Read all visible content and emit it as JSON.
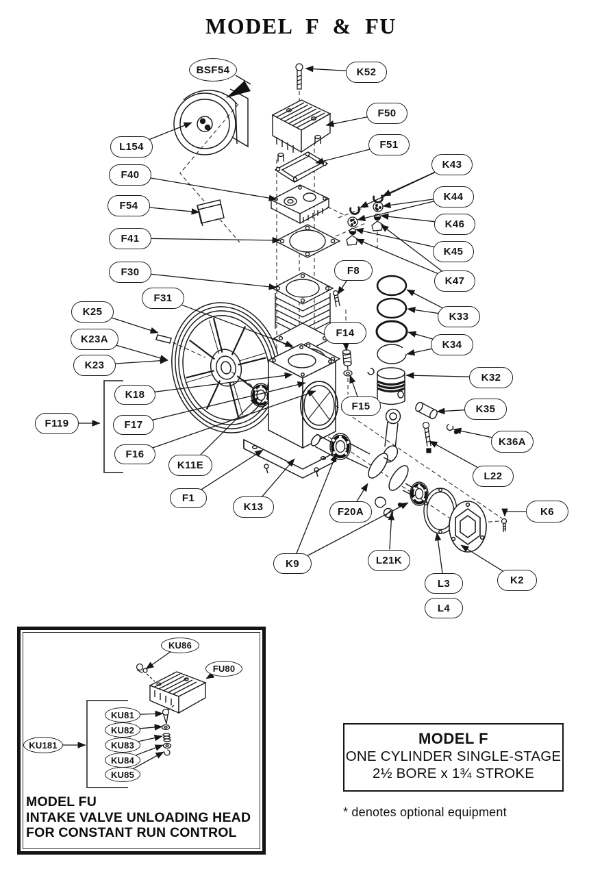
{
  "title": "MODEL  F & FU",
  "colors": {
    "ink": "#1a1a1a",
    "paper": "#ffffff"
  },
  "callouts": {
    "main": [
      {
        "id": "BSF54",
        "label": "BSF54"
      },
      {
        "id": "K52",
        "label": "K52"
      },
      {
        "id": "F50",
        "label": "F50"
      },
      {
        "id": "F51",
        "label": "F51"
      },
      {
        "id": "K43",
        "label": "K43"
      },
      {
        "id": "K44",
        "label": "K44"
      },
      {
        "id": "K46",
        "label": "K46"
      },
      {
        "id": "K45",
        "label": "K45"
      },
      {
        "id": "K47",
        "label": "K47"
      },
      {
        "id": "L154",
        "label": "L154"
      },
      {
        "id": "F40",
        "label": "F40"
      },
      {
        "id": "F54",
        "label": "F54"
      },
      {
        "id": "F41",
        "label": "F41"
      },
      {
        "id": "F30",
        "label": "F30"
      },
      {
        "id": "F31",
        "label": "F31"
      },
      {
        "id": "K25",
        "label": "K25"
      },
      {
        "id": "K23A",
        "label": "K23A"
      },
      {
        "id": "K23",
        "label": "K23"
      },
      {
        "id": "F8",
        "label": "F8"
      },
      {
        "id": "K33",
        "label": "K33"
      },
      {
        "id": "K34",
        "label": "K34"
      },
      {
        "id": "F14",
        "label": "F14"
      },
      {
        "id": "K18",
        "label": "K18"
      },
      {
        "id": "F119",
        "label": "F119"
      },
      {
        "id": "F17",
        "label": "F17"
      },
      {
        "id": "F16",
        "label": "F16"
      },
      {
        "id": "F15",
        "label": "F15"
      },
      {
        "id": "K32",
        "label": "K32"
      },
      {
        "id": "K35",
        "label": "K35"
      },
      {
        "id": "K36A",
        "label": "K36A"
      },
      {
        "id": "K11E",
        "label": "K11E"
      },
      {
        "id": "L22",
        "label": "L22"
      },
      {
        "id": "F1",
        "label": "F1"
      },
      {
        "id": "K13",
        "label": "K13"
      },
      {
        "id": "F20A",
        "label": "F20A"
      },
      {
        "id": "K6",
        "label": "K6"
      },
      {
        "id": "K9",
        "label": "K9"
      },
      {
        "id": "L21K",
        "label": "L21K"
      },
      {
        "id": "L3",
        "label": "L3"
      },
      {
        "id": "L4",
        "label": "L4"
      },
      {
        "id": "K2",
        "label": "K2"
      }
    ],
    "inset": [
      {
        "id": "KU86",
        "label": "KU86"
      },
      {
        "id": "FU80",
        "label": "FU80"
      },
      {
        "id": "KU81",
        "label": "KU81"
      },
      {
        "id": "KU82",
        "label": "KU82"
      },
      {
        "id": "KU83",
        "label": "KU83"
      },
      {
        "id": "KU84",
        "label": "KU84"
      },
      {
        "id": "KU85",
        "label": "KU85"
      },
      {
        "id": "KU181",
        "label": "KU181"
      }
    ]
  },
  "inset": {
    "caption_lines": [
      "MODEL FU",
      "INTAKE VALVE UNLOADING HEAD",
      "FOR CONSTANT RUN CONTROL"
    ]
  },
  "model_box": {
    "title": "MODEL F",
    "line1": "ONE CYLINDER  SINGLE-STAGE",
    "line2": "2½ BORE x 1¾ STROKE"
  },
  "footnote": "* denotes optional equipment"
}
